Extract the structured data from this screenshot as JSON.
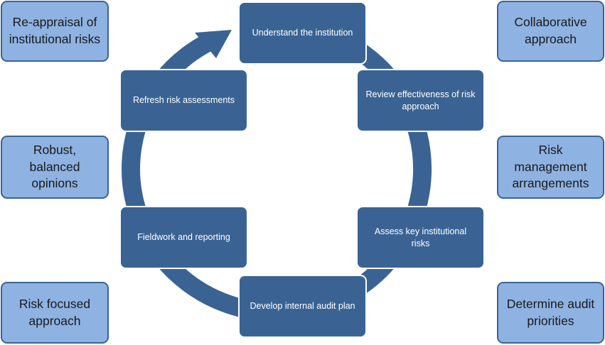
{
  "colors": {
    "step_fill": "#3a6394",
    "side_fill": "#8eb2e2",
    "side_border": "#3a6394",
    "cycle_ring": "#3a6394"
  },
  "cycle_steps": [
    "Understand the institution",
    "Review effectiveness of risk approach",
    "Assess key institutional risks",
    "Develop internal audit plan",
    "Fieldwork and reporting",
    "Refresh risk assessments"
  ],
  "left_boxes": [
    "Re-appraisal of institutional risks",
    "Robust, balanced opinions",
    "Risk focused approach"
  ],
  "right_boxes": [
    "Collaborative approach",
    "Risk management arrangements",
    "Determine audit priorities"
  ],
  "cycle_direction": "clockwise"
}
